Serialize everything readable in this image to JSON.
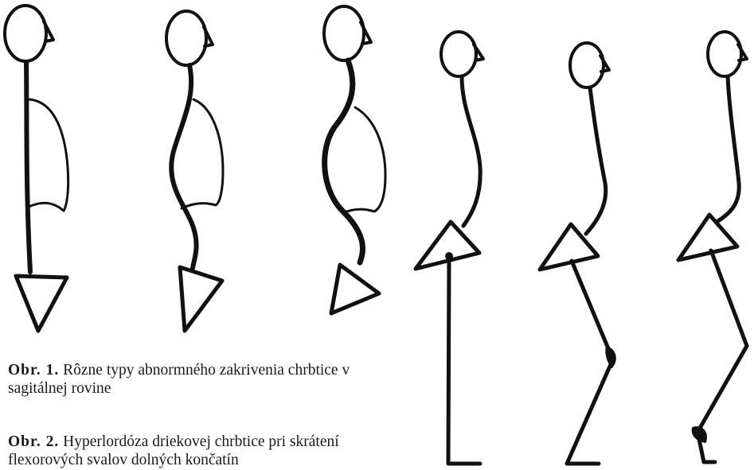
{
  "captions": {
    "fig1_label": "Obr. 1.",
    "fig1_text": "Rôzne typy abnormného zakrivenia chrbtice v sagitálnej rovine",
    "fig2_label": "Obr. 2.",
    "fig2_text": "Hyperlordóza driekovej chrbtice pri skrátení flexorových svalov dolných končatín"
  },
  "figure1": {
    "items": [
      "normal-spine",
      "lordotic-spine",
      "s-curved-spine"
    ]
  },
  "figure2": {
    "items": [
      "straight-leg-figure",
      "bent-knee-figure",
      "bent-knee-ankle-figure"
    ]
  },
  "colors": {
    "ink": "#111111",
    "paper": "#ffffff"
  }
}
